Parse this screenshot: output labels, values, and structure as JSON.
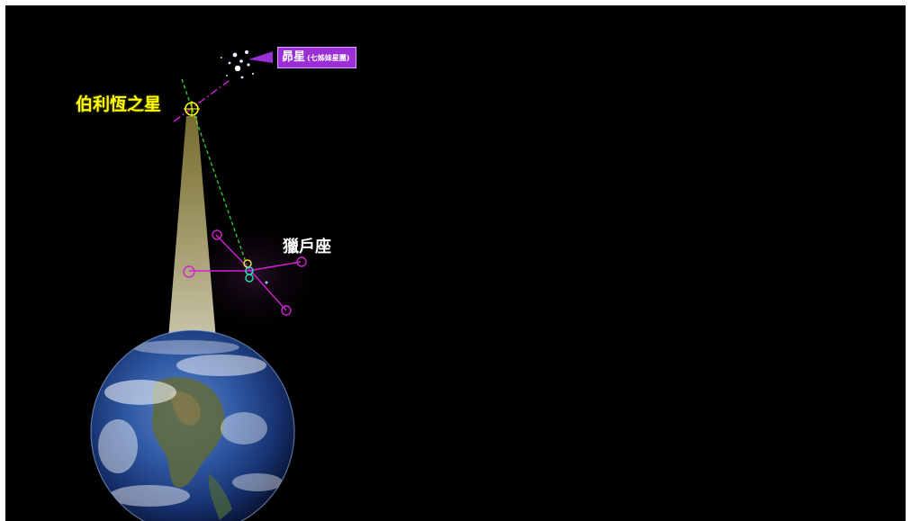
{
  "colors": {
    "background": "#000000",
    "star_label": "#ffff00",
    "pleiades_tag": "#9a2fd6",
    "constellation_line": "#d21fd4",
    "pointer_line": "#2bd92b",
    "beam": "#c9b44a"
  },
  "labels": {
    "star_of_bethlehem": "伯利恆之星",
    "pleiades": "昴星",
    "pleiades_note": "(七姊妹星團)",
    "orion": "獵戶座"
  },
  "icons": {
    "earth": "earth-globe-icon",
    "star_marker": "target-circle-icon"
  }
}
